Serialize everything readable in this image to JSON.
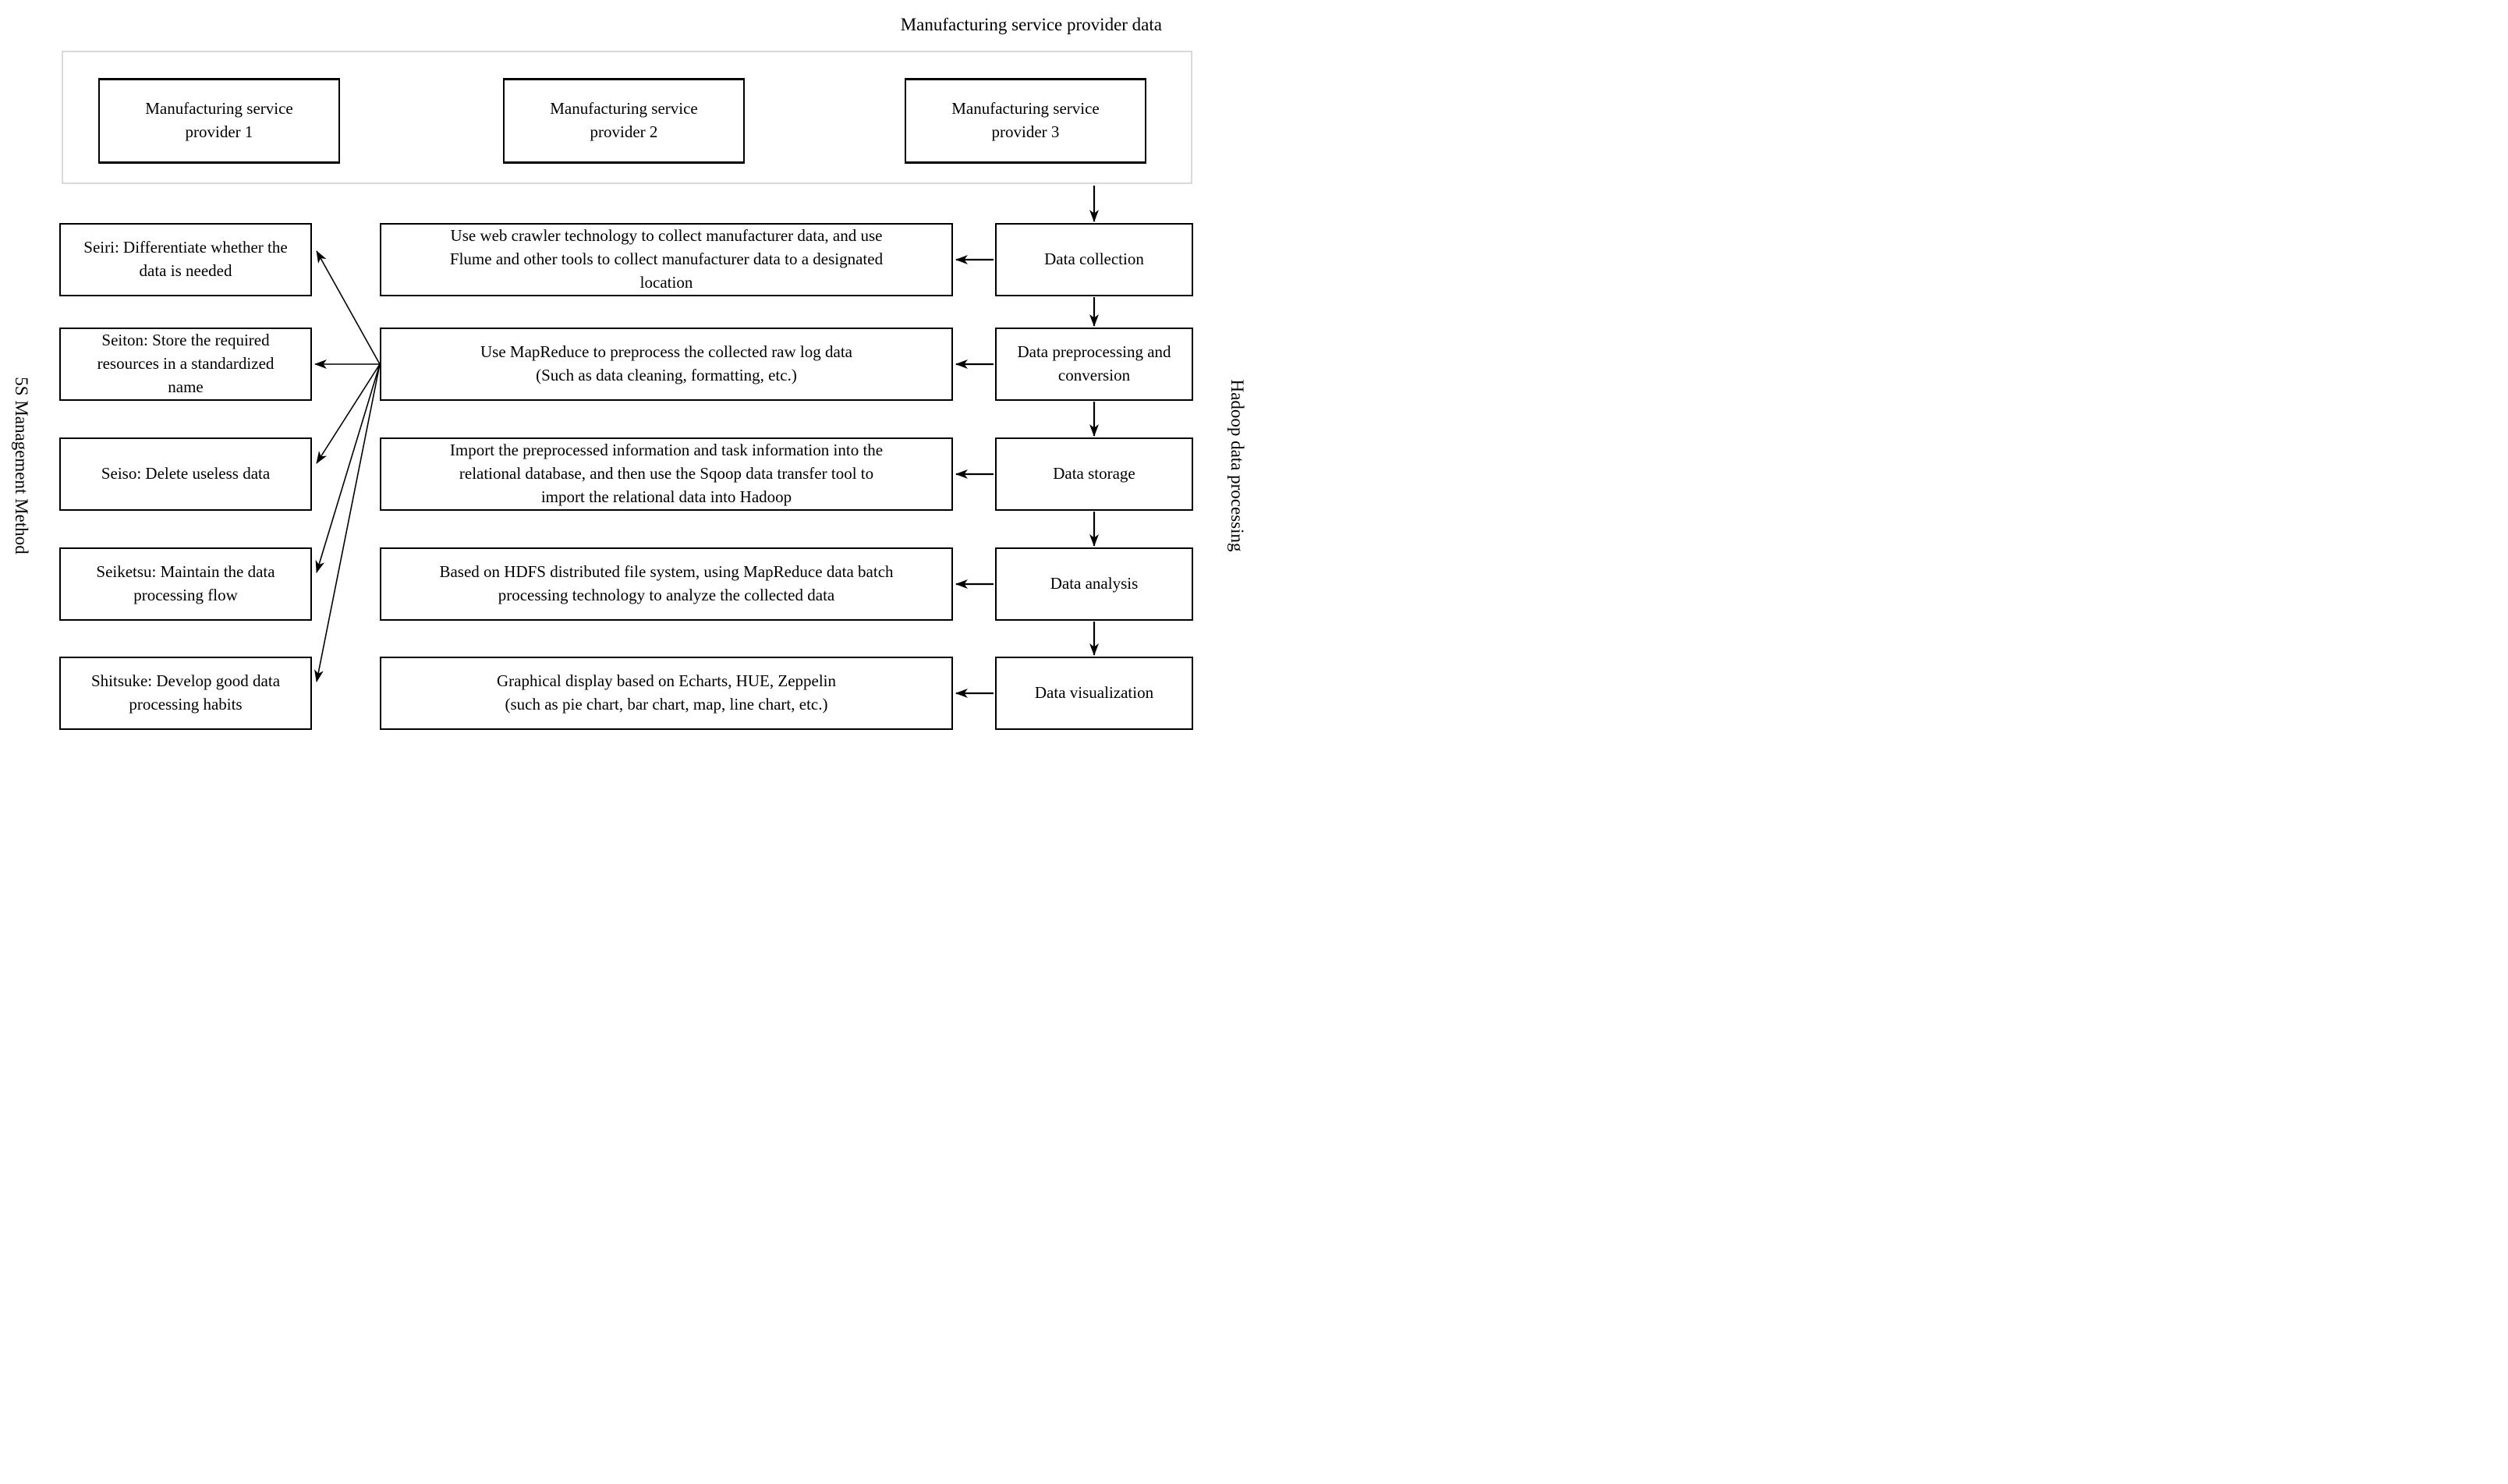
{
  "figure": {
    "top_label": "Manufacturing service provider data",
    "left_vertical_label": "5S Management Method",
    "right_vertical_label": "Hadoop data processing",
    "colors": {
      "line": "#000000",
      "text": "#000000",
      "background": "#ffffff",
      "container_border": "#d9d9d9"
    }
  },
  "providers": [
    {
      "label": "Manufacturing service\nprovider 1"
    },
    {
      "label": "Manufacturing service\nprovider 2"
    },
    {
      "label": "Manufacturing service\nprovider 3"
    }
  ],
  "rows": [
    {
      "method": "Seiri: Differentiate whether the\ndata is needed",
      "process": "Use web crawler technology to collect manufacturer data, and use\nFlume and other tools to collect manufacturer data to a designated\nlocation",
      "stage": "Data collection"
    },
    {
      "method": "Seiton: Store the required\nresources in a standardized\nname",
      "process": "Use MapReduce to preprocess the collected raw log data\n(Such as data cleaning, formatting, etc.)",
      "stage": "Data preprocessing and\nconversion"
    },
    {
      "method": "Seiso: Delete useless data",
      "process": "Import the preprocessed information and task information into the\nrelational database, and then use the Sqoop data transfer tool to\nimport the relational data into Hadoop",
      "stage": "Data storage"
    },
    {
      "method": "Seiketsu: Maintain the data\nprocessing flow",
      "process": "Based on HDFS distributed file system, using MapReduce data batch\nprocessing technology to analyze the collected data",
      "stage": "Data analysis"
    },
    {
      "method": "Shitsuke: Develop good data\nprocessing habits",
      "process": "Graphical display based on Echarts, HUE, Zeppelin\n(such as pie chart, bar chart, map, line chart, etc.)",
      "stage": "Data visualization"
    }
  ]
}
